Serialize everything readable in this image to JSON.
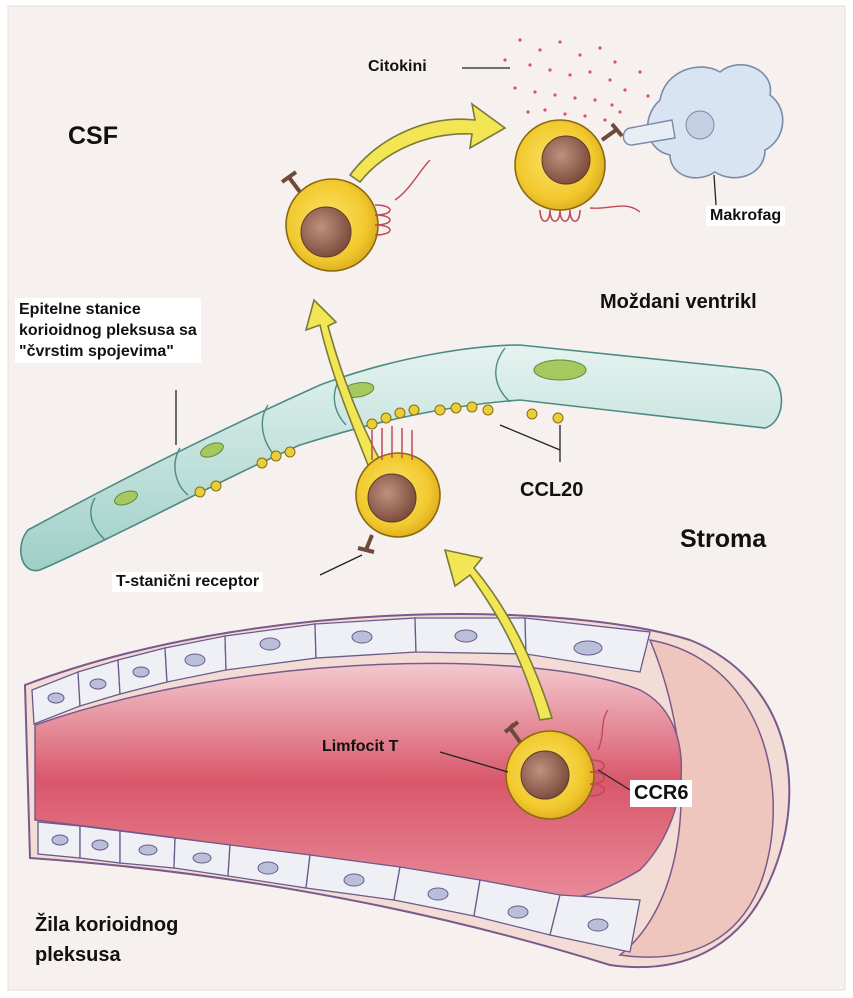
{
  "labels": {
    "csf": "CSF",
    "cytokines": "Citokini",
    "macrophage": "Makrofag",
    "brain_ventricle": "Moždani ventrikl",
    "epithelial_line1": "Epitelne stanice",
    "epithelial_line2": "korioidnog pleksusa sa",
    "epithelial_line3": "\"čvrstim spojevima\"",
    "ccl20": "CCL20",
    "stroma": "Stroma",
    "tcr": "T-stanični receptor",
    "lymphocyte": "Limfocit T",
    "ccr6": "CCR6",
    "vessel_line1": "Žila korioidnog",
    "vessel_line2": "pleksusa"
  },
  "colors": {
    "background": "#f6f1ee",
    "epithelium": "#cfe8e4",
    "cell": "#f2c92e",
    "nucleus": "#9a6a55",
    "blood": "#d9576a",
    "arrow": "#f3e655",
    "macrophage": "#d9e4f2"
  }
}
